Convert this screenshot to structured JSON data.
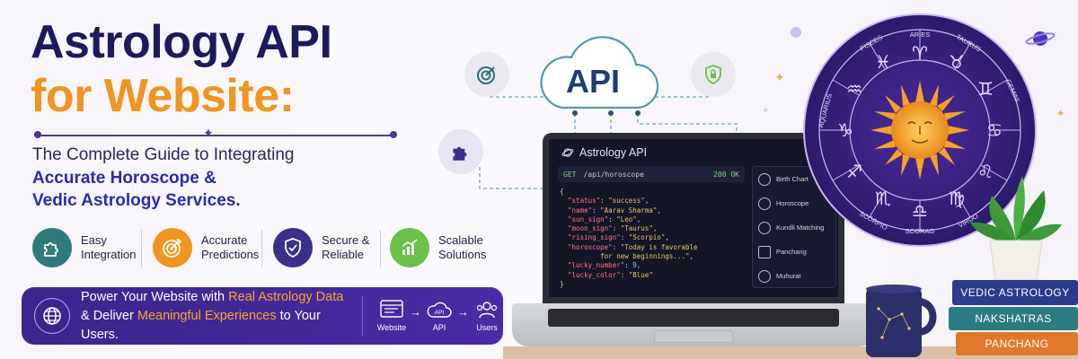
{
  "header": {
    "title_line1": "Astrology API",
    "title_line2": "for Website:",
    "subtitle_line1": "The Complete Guide to Integrating",
    "subtitle_line2": "Accurate Horoscope &",
    "subtitle_line3": "Vedic Astrology Services."
  },
  "features": [
    {
      "line1": "Easy",
      "line2": "Integration",
      "icon": "puzzle-icon",
      "color": "#2f7a7b"
    },
    {
      "line1": "Accurate",
      "line2": "Predictions",
      "icon": "target-icon",
      "color": "#f0951f"
    },
    {
      "line1": "Secure &",
      "line2": "Reliable",
      "icon": "shield-icon",
      "color": "#3b2f8c"
    },
    {
      "line1": "Scalable",
      "line2": "Solutions",
      "icon": "growth-chart-icon",
      "color": "#6bbf4a"
    }
  ],
  "banner": {
    "text_part1": "Power Your Website with ",
    "text_highlight1": "Real Astrology Data",
    "text_part2": " & Deliver ",
    "text_highlight2": "Meaningful Experiences",
    "text_part3": " to Your Users.",
    "flow": {
      "website": "Website",
      "api": "API",
      "api_cloud_text": "API",
      "users": "Users"
    }
  },
  "cloud": {
    "label": "API"
  },
  "screen": {
    "app_title": "Astrology API",
    "method": "GET",
    "endpoint": "/api/horoscope",
    "status": "200 OK",
    "code": {
      "open": "{",
      "status_key": "\"status\"",
      "status_val": "\"success\"",
      "name_key": "\"name\"",
      "name_val": "\"Aarav Sharma\"",
      "sun_key": "\"sun_sign\"",
      "sun_val": "\"Leo\"",
      "moon_key": "\"moon_sign\"",
      "moon_val": "\"Taurus\"",
      "rising_key": "\"rising_sign\"",
      "rising_val": "\"Scorpio\"",
      "horoscope_key": "\"horoscope\"",
      "horoscope_val1": "\"Today is favorable",
      "horoscope_val2": "for new beginnings...\"",
      "lucky_number_key": "\"lucky_number\"",
      "lucky_number_val": "9",
      "lucky_color_key": "\"lucky_color\"",
      "lucky_color_val": "\"Blue\"",
      "close": "}"
    },
    "menu": [
      {
        "label": "Birth Chart",
        "icon": "birth-chart-icon"
      },
      {
        "label": "Horoscope",
        "icon": "moon-icon"
      },
      {
        "label": "Kundli Matching",
        "icon": "heart-icon"
      },
      {
        "label": "Panchang",
        "icon": "calendar-icon"
      },
      {
        "label": "Muhurat",
        "icon": "clock-icon"
      }
    ]
  },
  "wheel": {
    "signs_outer": [
      "PISCES",
      "ARIES",
      "TAURUS",
      "GEMINI",
      "CANCER",
      "LEO",
      "VIRGO",
      "LIBRA",
      "SCORPIO",
      "SAGITTARIUS",
      "CAPRICORN",
      "AQUARIUS"
    ],
    "visible_labels": {
      "pisces": "PISCES",
      "aries": "ARIES",
      "taurus": "TAURUS",
      "gemini": "GEMINI",
      "virgo": "VIRGO",
      "scorpio": "SCORAG",
      "scorpio2": "SCORPIO",
      "aquarius": "AQUARIUS"
    }
  },
  "books": [
    {
      "title": "VEDIC ASTROLOGY",
      "color": "#2e3a8c"
    },
    {
      "title": "NAKSHATRAS",
      "color": "#2b7c80"
    },
    {
      "title": "PANCHANG",
      "color": "#e07a2a"
    }
  ],
  "colors": {
    "navy": "#1d1a5c",
    "orange": "#f0951f",
    "purple": "#3a268c",
    "blue_text": "#2b2ab0"
  }
}
